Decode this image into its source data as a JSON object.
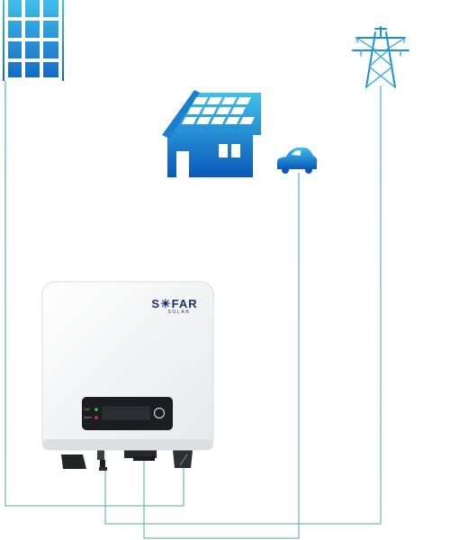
{
  "brand": {
    "name": "S☀FAR",
    "subline": "SOLAR"
  },
  "display": {
    "led_1_label": "Grid",
    "led_2_label": "Alarm"
  },
  "colors": {
    "icon_blue_top": "#3fc0ec",
    "icon_blue_bottom": "#0a58b8",
    "wire_green": "#4fae88",
    "wire_blue": "#2f9bd6",
    "inverter_body": "#f4f5f6",
    "inverter_panel": "#1b1d20",
    "lcd": "#2a2e33",
    "brand_navy": "#1f2f6e",
    "led_green": "#3ad13a",
    "led_red": "#e33b2e"
  },
  "icons": [
    "solar-panel-icon",
    "house-icon",
    "car-icon",
    "transmission-tower-icon",
    "inverter-icon"
  ]
}
